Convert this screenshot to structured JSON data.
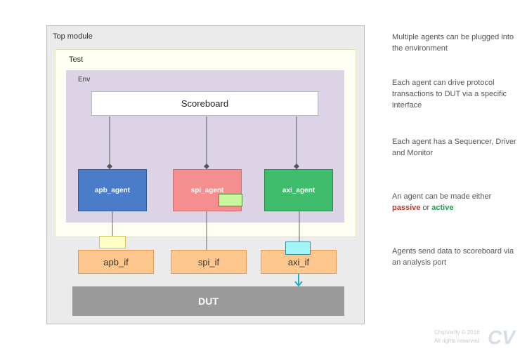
{
  "diagram": {
    "top_module_label": "Top module",
    "test_label": "Test",
    "env_label": "Env",
    "scoreboard_label": "Scoreboard",
    "agents": {
      "apb": "apb_agent",
      "spi": "spi_agent",
      "axi": "axi_agent"
    },
    "interfaces": {
      "apb": "apb_if",
      "spi": "spi_if",
      "axi": "axi_if"
    },
    "dut_label": "DUT"
  },
  "notes": {
    "note1": "Multiple agents can be plugged into the environment",
    "note2": "Each agent can drive protocol transactions to DUT via a specific interface",
    "note3": "Each agent has a Sequencer, Driver and Monitor",
    "note4_prefix": "An agent can be made either",
    "note4_passive": "passive",
    "note4_or": "or",
    "note4_active": "active",
    "note5": "Agents send data to scoreboard via an analysis port"
  },
  "watermark": {
    "line1": "ChipVerify © 2016",
    "line2": "All rights reserved",
    "logo_text": "CV"
  },
  "colors": {
    "apb_agent": "#4a7cc9",
    "spi_agent": "#f58f8f",
    "axi_agent": "#3fbc6c",
    "interface": "#fdc78e",
    "dut": "#9a9a9a",
    "passive": "#c0392b",
    "active": "#1e9e4a",
    "arrow": "#1ab0c8"
  }
}
